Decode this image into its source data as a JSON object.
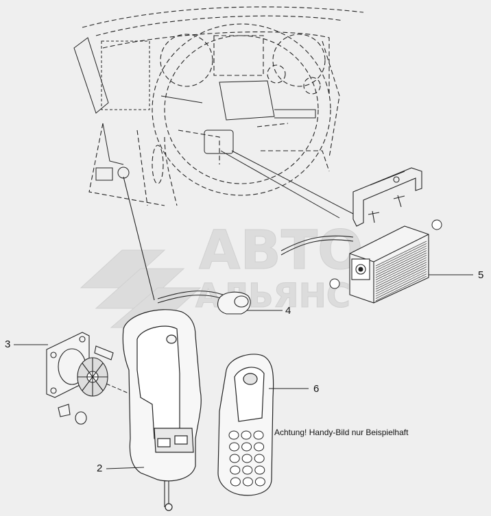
{
  "callouts": {
    "c2": "2",
    "c3": "3",
    "c4": "4",
    "c5": "5",
    "c6": "6"
  },
  "note": "Achtung! Handy-Bild nur Beispielhaft",
  "watermark": {
    "line1": "АВТО",
    "line2": "АЛЬЯНС"
  },
  "colors": {
    "background": "#efefef",
    "line": "#222222",
    "watermark": "#dcdcdc"
  }
}
